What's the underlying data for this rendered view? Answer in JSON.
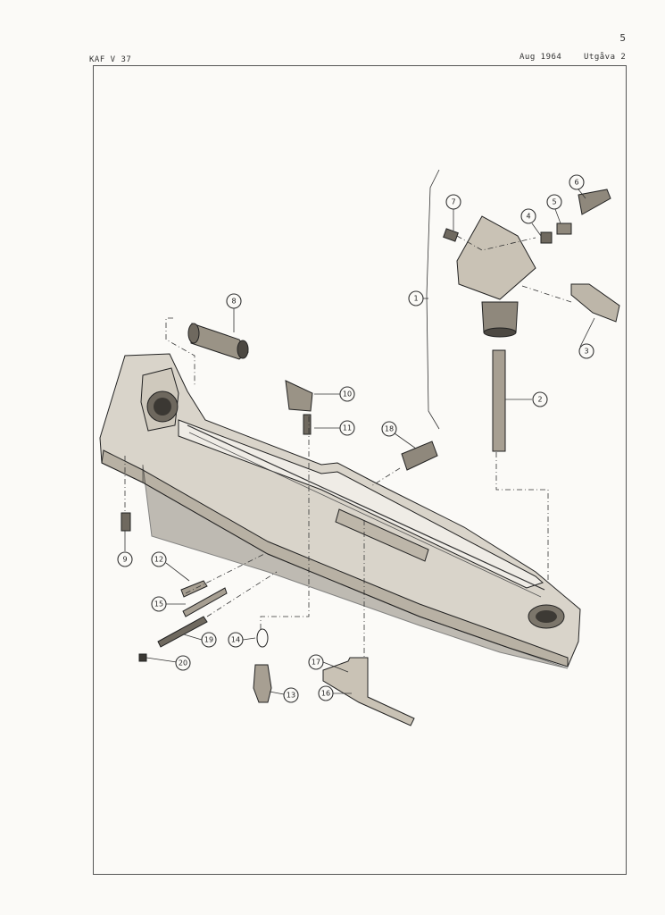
{
  "header": {
    "page_number": "5",
    "doc_id": "KAF V 37",
    "date": "Aug 1964",
    "edition": "Utgåva 2"
  },
  "callouts": {
    "c1": "1",
    "c2": "2",
    "c3": "3",
    "c4": "4",
    "c5": "5",
    "c6": "6",
    "c7": "7",
    "c8": "8",
    "c9": "9",
    "c10": "10",
    "c11": "11",
    "c12": "12",
    "c13": "13",
    "c14": "14",
    "c15": "15",
    "c16": "16",
    "c17": "17",
    "c18": "18",
    "c19": "19",
    "c20": "20"
  }
}
